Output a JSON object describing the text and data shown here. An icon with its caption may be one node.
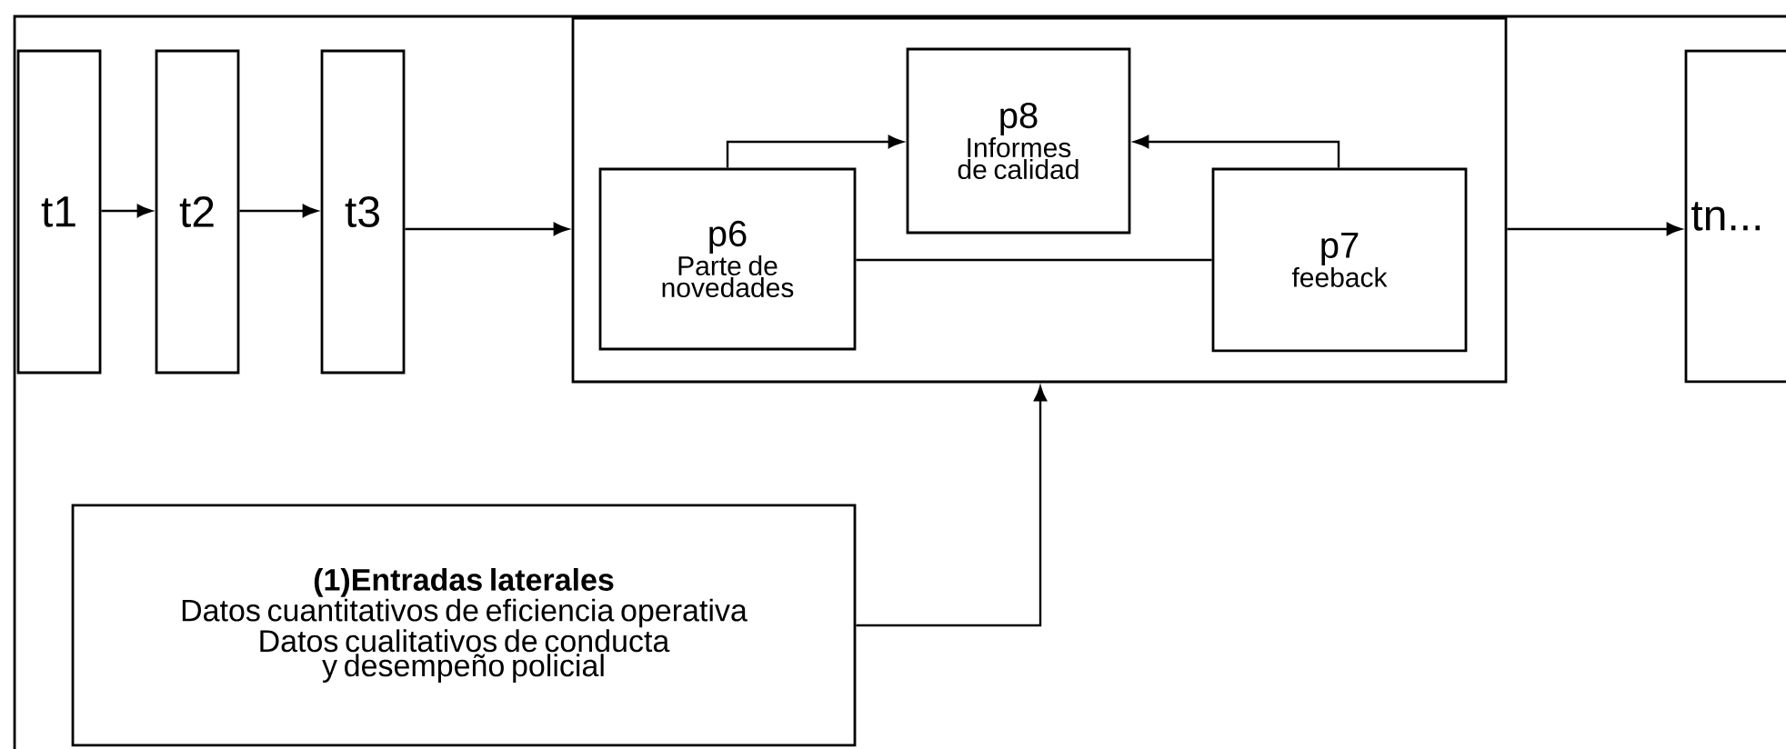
{
  "diagram": {
    "nodes": [
      {
        "text": [
          "t1"
        ]
      },
      {
        "text": [
          "t2"
        ]
      },
      {
        "text": [
          "t3"
        ]
      },
      {
        "text": [],
        "shape": "box"
      },
      {
        "text": [
          "p8",
          "Informes de calidad"
        ],
        "in": 3
      },
      {
        "text": [
          "p6",
          "Parte de novedades"
        ],
        "in": 3
      },
      {
        "text": [
          "p7",
          "feeback"
        ],
        "in": 3
      },
      {
        "text": [
          "tn..."
        ]
      },
      {
        "text": [
          "(1)Entradas laterales",
          "Datos cuantitativos de eficiencia operativa",
          "Datos cualitativos de conducta",
          "y desempeño policial"
        ]
      }
    ],
    "edges": [
      {
        "from": 0,
        "to": 1,
        "arrow": "to"
      },
      {
        "from": 1,
        "to": 2,
        "arrow": "to"
      },
      {
        "from": 2,
        "to": 3,
        "arrow": "to"
      },
      {
        "from": 3,
        "to": 7,
        "arrow": "to"
      },
      {
        "from": 5,
        "to": 4,
        "arrow": "to"
      },
      {
        "from": 6,
        "to": 4,
        "arrow": "to"
      },
      {
        "from": 5,
        "to": 6,
        "arrow": "none"
      },
      {
        "from": 8,
        "to": 3,
        "arrow": "to"
      }
    ]
  }
}
